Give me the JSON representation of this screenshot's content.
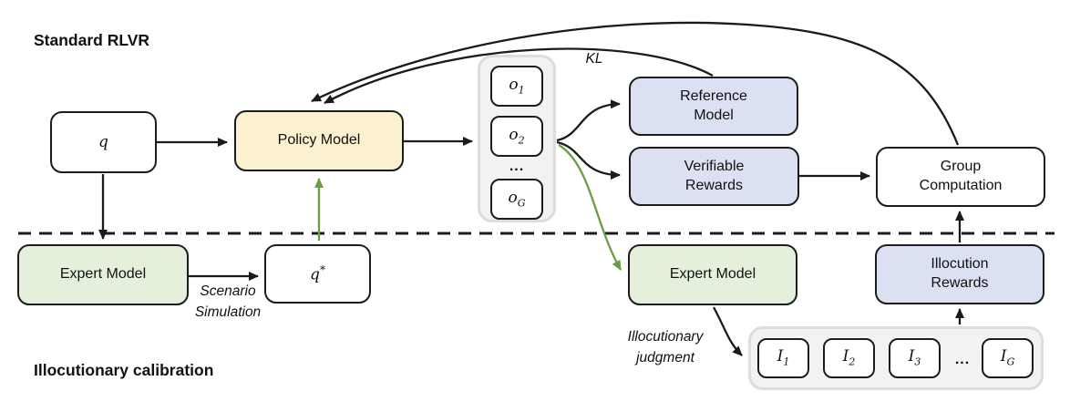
{
  "titles": {
    "standard": "Standard RLVR",
    "calibration": "Illocutionary calibration"
  },
  "nodes": {
    "q": {
      "base": "q"
    },
    "q_star": {
      "base": "q",
      "sup": "*"
    },
    "policy_model": {
      "label": "Policy Model"
    },
    "reference_model": {
      "label": "Reference\nModel"
    },
    "verifiable_rewards": {
      "label": "Verifiable\nRewards"
    },
    "group_computation": {
      "label": "Group\nComputation"
    },
    "expert_model_top": {
      "label": "Expert Model"
    },
    "expert_model_bottom": {
      "label": "Expert Model"
    },
    "illocution_rewards": {
      "label": "Illocution\nRewards"
    }
  },
  "outputs_group": {
    "items": [
      {
        "base": "o",
        "sub": "1"
      },
      {
        "base": "o",
        "sub": "2"
      },
      {
        "base": "o",
        "sub": "G"
      }
    ],
    "ellipsis": "..."
  },
  "judgments_group": {
    "items": [
      {
        "base": "I",
        "sub": "1"
      },
      {
        "base": "I",
        "sub": "2"
      },
      {
        "base": "I",
        "sub": "3"
      },
      {
        "base": "I",
        "sub": "G"
      }
    ],
    "ellipsis": "..."
  },
  "edge_labels": {
    "kl": "KL",
    "scenario": "Scenario\nSimulation",
    "judgment": "Illocutionary\njudgment"
  },
  "colors": {
    "policy_fill": "#FBF1CF",
    "model_fill": "#DBE1F3",
    "expert_fill": "#E4F0DC",
    "group_fill": "#F2F2F2",
    "group_border": "#DDDDDD",
    "arrow_black": "#1b1b1b",
    "arrow_green": "#6C9D44"
  }
}
